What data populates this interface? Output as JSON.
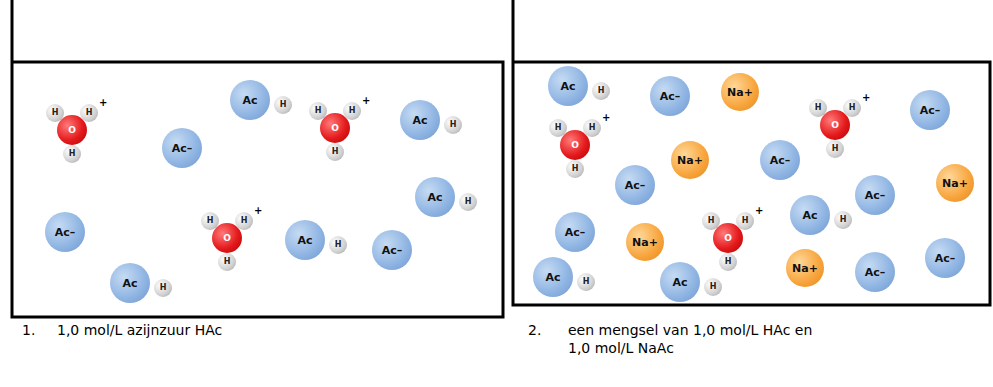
{
  "diagram": {
    "nodes": [
      {
        "text": [
          "O"
        ]
      },
      {
        "text": [
          "H"
        ]
      },
      {
        "text": [
          "H"
        ]
      },
      {
        "text": [
          "H"
        ]
      },
      {
        "text": [
          "Ac"
        ]
      },
      {
        "text": [
          "H"
        ]
      },
      {
        "text": [
          "O"
        ]
      },
      {
        "text": [
          "H"
        ]
      },
      {
        "text": [
          "H"
        ]
      },
      {
        "text": [
          "H"
        ]
      },
      {
        "text": [
          "Ac"
        ]
      },
      {
        "text": [
          "H"
        ]
      },
      {
        "text": [
          "Ac–"
        ]
      },
      {
        "text": [
          "Ac"
        ]
      },
      {
        "text": [
          "H"
        ]
      },
      {
        "text": [
          "Ac–"
        ]
      },
      {
        "text": [
          "O"
        ]
      },
      {
        "text": [
          "H"
        ]
      },
      {
        "text": [
          "H"
        ]
      },
      {
        "text": [
          "H"
        ]
      },
      {
        "text": [
          "Ac"
        ]
      },
      {
        "text": [
          "H"
        ]
      },
      {
        "text": [
          "Ac–"
        ]
      },
      {
        "text": [
          "Ac"
        ]
      },
      {
        "text": [
          "H"
        ]
      },
      {
        "text": [
          "Ac"
        ]
      },
      {
        "text": [
          "H"
        ]
      },
      {
        "text": [
          "Ac–"
        ]
      },
      {
        "text": [
          "Na+"
        ]
      },
      {
        "text": [
          "O"
        ]
      },
      {
        "text": [
          "H"
        ]
      },
      {
        "text": [
          "H"
        ]
      },
      {
        "text": [
          "H"
        ]
      },
      {
        "text": [
          "Ac–"
        ]
      },
      {
        "text": [
          "O"
        ]
      },
      {
        "text": [
          "H"
        ]
      },
      {
        "text": [
          "H"
        ]
      },
      {
        "text": [
          "H"
        ]
      },
      {
        "text": [
          "Na+"
        ]
      },
      {
        "text": [
          "Ac–"
        ]
      },
      {
        "text": [
          "Ac–"
        ]
      },
      {
        "text": [
          "Ac–"
        ]
      },
      {
        "text": [
          "Na+"
        ]
      },
      {
        "text": [
          "Ac"
        ]
      },
      {
        "text": [
          "H"
        ]
      },
      {
        "text": [
          "Ac–"
        ]
      },
      {
        "text": [
          "O"
        ]
      },
      {
        "text": [
          "H"
        ]
      },
      {
        "text": [
          "H"
        ]
      },
      {
        "text": [
          "H"
        ]
      },
      {
        "text": [
          "Na+"
        ]
      },
      {
        "text": [
          "Ac–"
        ]
      },
      {
        "text": [
          "Na+"
        ]
      },
      {
        "text": [
          "Ac–"
        ]
      },
      {
        "text": [
          "Ac"
        ]
      },
      {
        "text": [
          "H"
        ]
      },
      {
        "text": [
          "Ac"
        ]
      },
      {
        "text": [
          "H"
        ]
      }
    ],
    "labels": [
      "+",
      "+",
      "+",
      "+",
      "+",
      "+",
      "1.",
      "1,0 mol/L azijnzuur HAc",
      "2.",
      "een mengsel van 1,0 mol/L HAc en 1,0 mol/L NaAc"
    ]
  }
}
